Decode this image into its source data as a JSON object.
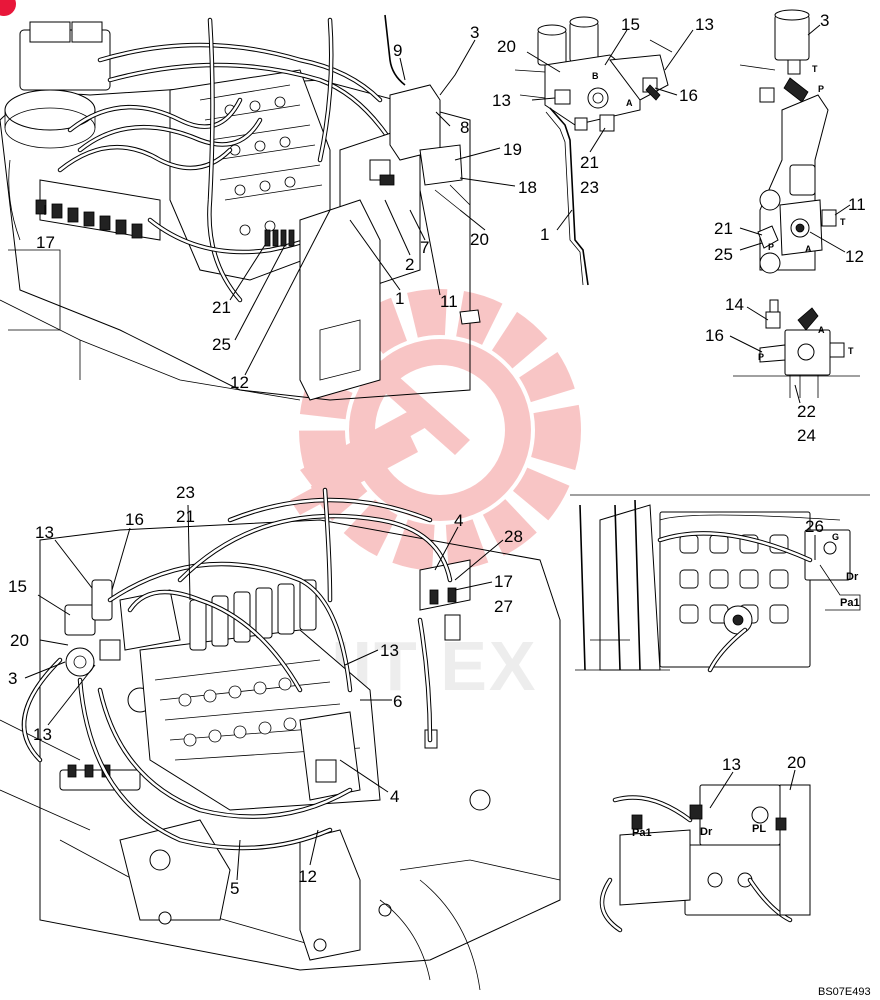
{
  "diagram_ref": "BS07E493",
  "watermark": {
    "text": "HIT EX",
    "logo_color": "#f08080"
  },
  "corner_badge": {
    "text": "",
    "color": "#e8173a"
  },
  "views": {
    "top_left": {
      "callouts": [
        "3",
        "9",
        "8",
        "19",
        "18",
        "20",
        "7",
        "2",
        "1",
        "11",
        "17",
        "21",
        "25",
        "12"
      ]
    },
    "top_middle": {
      "callouts": [
        "20",
        "15",
        "13",
        "13",
        "16",
        "21",
        "23",
        "1"
      ],
      "ports": [
        "B",
        "A"
      ]
    },
    "top_right": {
      "callouts": [
        "3",
        "11",
        "21",
        "25",
        "12"
      ],
      "ports": [
        "T",
        "P",
        "T",
        "A",
        "P"
      ]
    },
    "mid_right": {
      "callouts": [
        "14",
        "16",
        "22",
        "24"
      ],
      "ports": [
        "A",
        "P",
        "T"
      ]
    },
    "bottom_left": {
      "callouts": [
        "23",
        "21",
        "16",
        "13",
        "15",
        "20",
        "3",
        "13",
        "4",
        "28",
        "17",
        "27",
        "13",
        "6",
        "4",
        "12",
        "5"
      ]
    },
    "bottom_right_top": {
      "callouts": [
        "26"
      ],
      "ports": [
        "G",
        "Dr",
        "Pa1"
      ]
    },
    "bottom_right_bottom": {
      "callouts": [
        "13",
        "20"
      ],
      "ports": [
        "Pa1",
        "Dr",
        "PL"
      ]
    }
  }
}
